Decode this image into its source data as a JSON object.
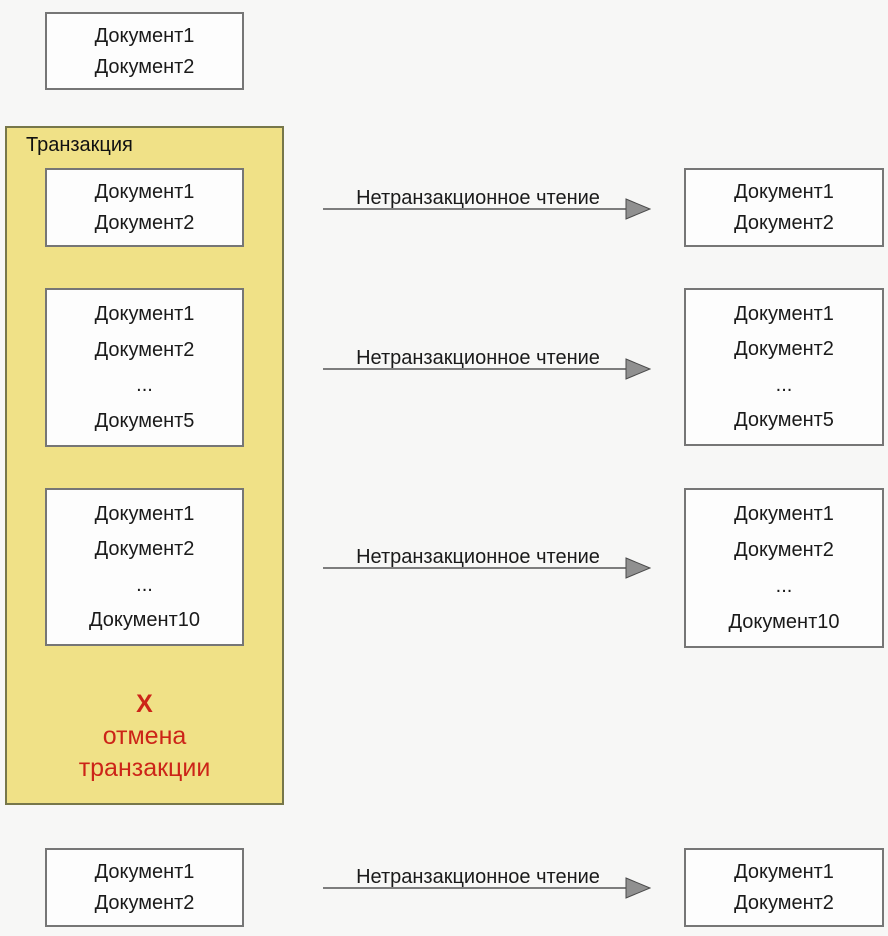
{
  "colors": {
    "background": "#f7f7f6",
    "panel_fill": "#f0e187",
    "panel_border": "#77774a",
    "box_fill": "#fdfdfd",
    "box_border": "#767676",
    "arrow": "#7d7d7d",
    "arrow_head_fill": "#909090",
    "cancel_text": "#cc2418",
    "text": "#1a1a1a"
  },
  "transaction": {
    "label": "Транзакция",
    "cancel": {
      "mark": "X",
      "line1": "отмена",
      "line2": "транзакции"
    }
  },
  "arrows": [
    {
      "label": "Нетранзакционное чтение"
    },
    {
      "label": "Нетранзакционное чтение"
    },
    {
      "label": "Нетранзакционное чтение"
    },
    {
      "label": "Нетранзакционное чтение"
    }
  ],
  "boxes": {
    "top_left": {
      "lines": [
        "Документ1",
        "Документ2"
      ]
    },
    "tx_1": {
      "lines": [
        "Документ1",
        "Документ2"
      ]
    },
    "tx_2": {
      "lines": [
        "Документ1",
        "Документ2",
        "...",
        "Документ5"
      ]
    },
    "tx_3": {
      "lines": [
        "Документ1",
        "Документ2",
        "...",
        "Документ10"
      ]
    },
    "right_1": {
      "lines": [
        "Документ1",
        "Документ2"
      ]
    },
    "right_2": {
      "lines": [
        "Документ1",
        "Документ2",
        "...",
        "Документ5"
      ]
    },
    "right_3": {
      "lines": [
        "Документ1",
        "Документ2",
        "...",
        "Документ10"
      ]
    },
    "bottom_left": {
      "lines": [
        "Документ1",
        "Документ2"
      ]
    },
    "bottom_right": {
      "lines": [
        "Документ1",
        "Документ2"
      ]
    }
  }
}
